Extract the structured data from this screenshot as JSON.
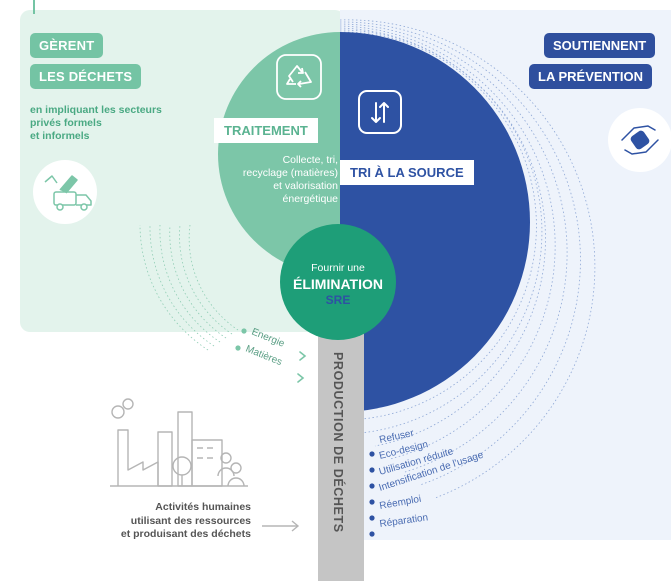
{
  "left_panel": {
    "tag_line1": "GÈRENT",
    "tag_line2": "LES DÉCHETS",
    "description": [
      "en impliquant les secteurs",
      "privés formels",
      "et informels"
    ]
  },
  "right_panel": {
    "tag_line1": "SOUTIENNENT",
    "tag_line2": "LA PRÉVENTION"
  },
  "treatment": {
    "title": "TRAITEMENT",
    "description": [
      "Collecte, tri,",
      "recyclage (matières)",
      "et valorisation",
      "énergétique"
    ]
  },
  "source_sort": {
    "title": "TRI À LA SOURCE"
  },
  "elimination": {
    "line1": "Fournir une",
    "line2": "ÉLIMINATION",
    "line3": "SRE"
  },
  "outputs": [
    "Energie",
    "Matières"
  ],
  "production_label": "PRODUCTION DE DÉCHETS",
  "prevention_items": [
    "Refuser",
    "Eco-design",
    "Utilisation réduite",
    "Intensification de l'usage",
    "Réemploi",
    "Réparation"
  ],
  "activities": [
    "Activités humaines",
    "utilisant des ressources",
    "et produisant des déchets"
  ],
  "colors": {
    "green": "#7cc6a8",
    "dark_green": "#1e9e78",
    "blue": "#2e52a3",
    "light_green_bg": "#e3f3ec",
    "light_blue_bg": "#eef3fb",
    "gray_bar": "#c5c5c5"
  },
  "icons": [
    "recycle-icon",
    "sort-arrows-icon",
    "truck-icon",
    "hands-icon",
    "factory-icon"
  ]
}
